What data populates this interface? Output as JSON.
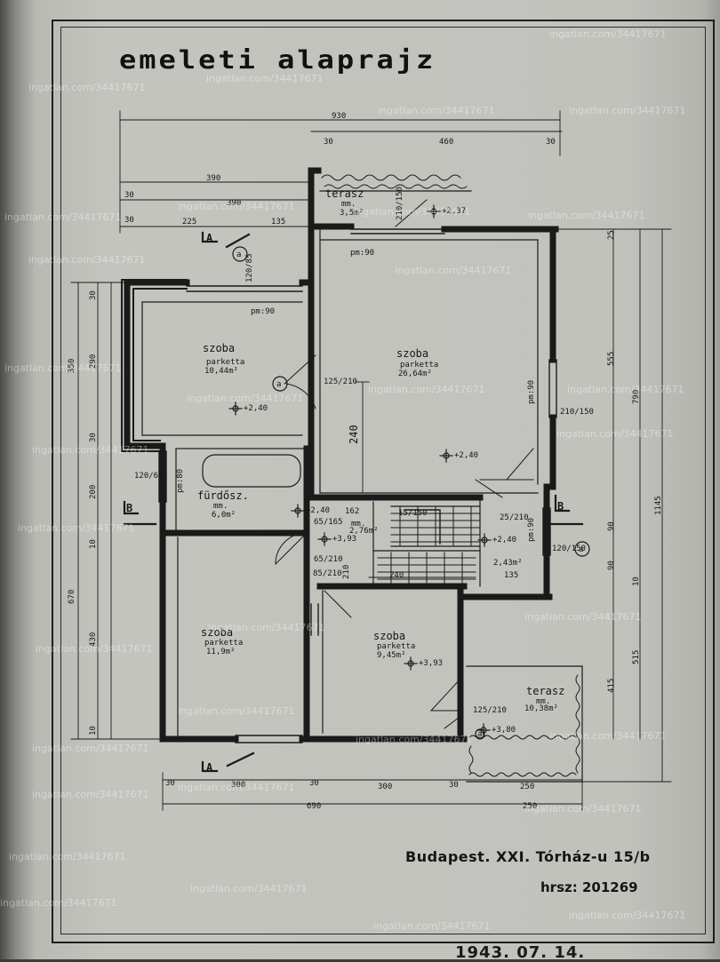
{
  "title": "emeleti alaprajz",
  "address": "Budapest. XXI. Tórház-u 15/b",
  "hrsz": "hrsz: 201269",
  "date_stamp": "1943. 07. 14.",
  "watermark": "ingatlan.com/34417671",
  "rooms": {
    "szoba_nw": {
      "name": "szoba",
      "floor": "parketta",
      "area": "10,44m²"
    },
    "szoba_ne": {
      "name": "szoba",
      "floor": "parketta",
      "area": "26,64m²"
    },
    "furdo": {
      "name": "fürdősz.",
      "floor": "mm.",
      "area": "6,0m²"
    },
    "hall": {
      "name": "mm.",
      "area": "2,76m²"
    },
    "landing": {
      "area": "2,43m²"
    },
    "szoba_sw": {
      "name": "szoba",
      "floor": "parketta",
      "area": "11,9m²"
    },
    "szoba_sc": {
      "name": "szoba",
      "floor": "parketta",
      "area": "9,45m²"
    },
    "terasz_n": {
      "name": "terasz",
      "floor": "mm.",
      "area": "3,5m²"
    },
    "terasz_se": {
      "name": "terasz",
      "floor": "mm.",
      "area": "10,38m²"
    }
  },
  "levels": [
    "+2,37",
    "+2,40",
    "+2,40",
    "+2,40",
    "+3,93",
    "+3,93",
    "+3,80",
    "+2,40"
  ],
  "window_notes": [
    "pm:90",
    "pm:90",
    "pm:90",
    "pm:90",
    "pm:80"
  ],
  "dims_top": [
    "930",
    "30",
    "460",
    "30",
    "390",
    "390",
    "30",
    "225",
    "135",
    "30"
  ],
  "dims_bottom": [
    "30",
    "300",
    "30",
    "300",
    "30",
    "250",
    "690",
    "250"
  ],
  "dims_left": [
    "350",
    "290",
    "30",
    "200",
    "10",
    "670",
    "430",
    "10",
    "30"
  ],
  "dims_right": [
    "555",
    "790",
    "1145",
    "90",
    "90",
    "10",
    "415",
    "515",
    "25"
  ],
  "dims_inner": [
    "120/85",
    "125/210",
    "210/150",
    "210/150",
    "120/60",
    "240",
    "162",
    "65/165",
    "65/210",
    "85/210",
    "135",
    "240",
    "120/150",
    "125/210",
    "25/210",
    "15/150",
    "210"
  ],
  "section_marks": [
    "A",
    "A",
    "B",
    "B"
  ],
  "door_marks": [
    "a",
    "a",
    "a",
    "a"
  ]
}
